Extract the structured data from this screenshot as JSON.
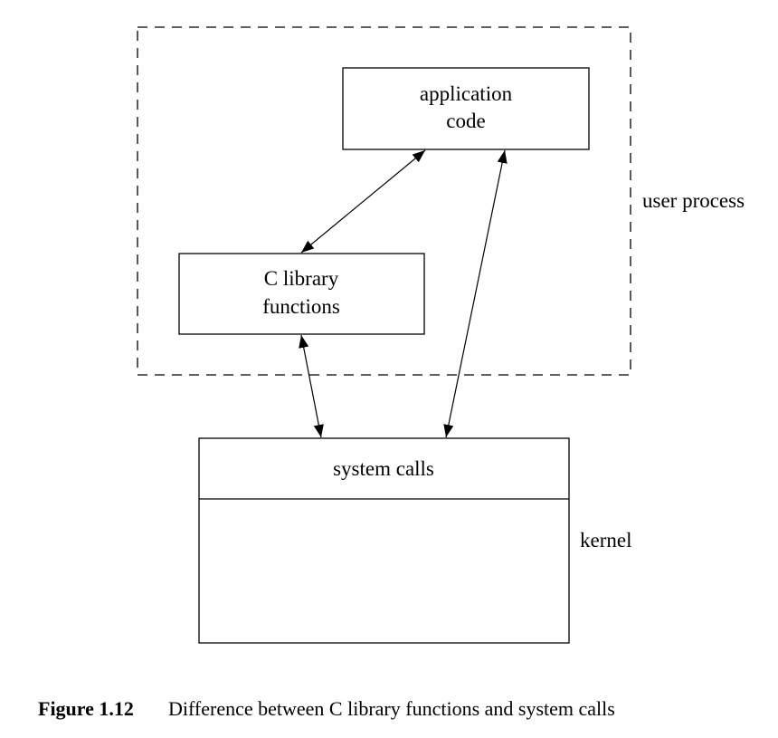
{
  "diagram": {
    "user_process_label": "user process",
    "kernel_label": "kernel",
    "boxes": {
      "application_code": [
        "application",
        "code"
      ],
      "c_library_functions": [
        "C library",
        "functions"
      ],
      "system_calls": "system calls"
    },
    "edges": [
      {
        "from": "application_code",
        "to": "c_library_functions",
        "bidirectional": true
      },
      {
        "from": "c_library_functions",
        "to": "system_calls",
        "bidirectional": true
      },
      {
        "from": "application_code",
        "to": "system_calls",
        "bidirectional": true
      }
    ]
  },
  "caption": {
    "number": "Figure 1.12",
    "text": "Difference between C library functions and system calls"
  }
}
